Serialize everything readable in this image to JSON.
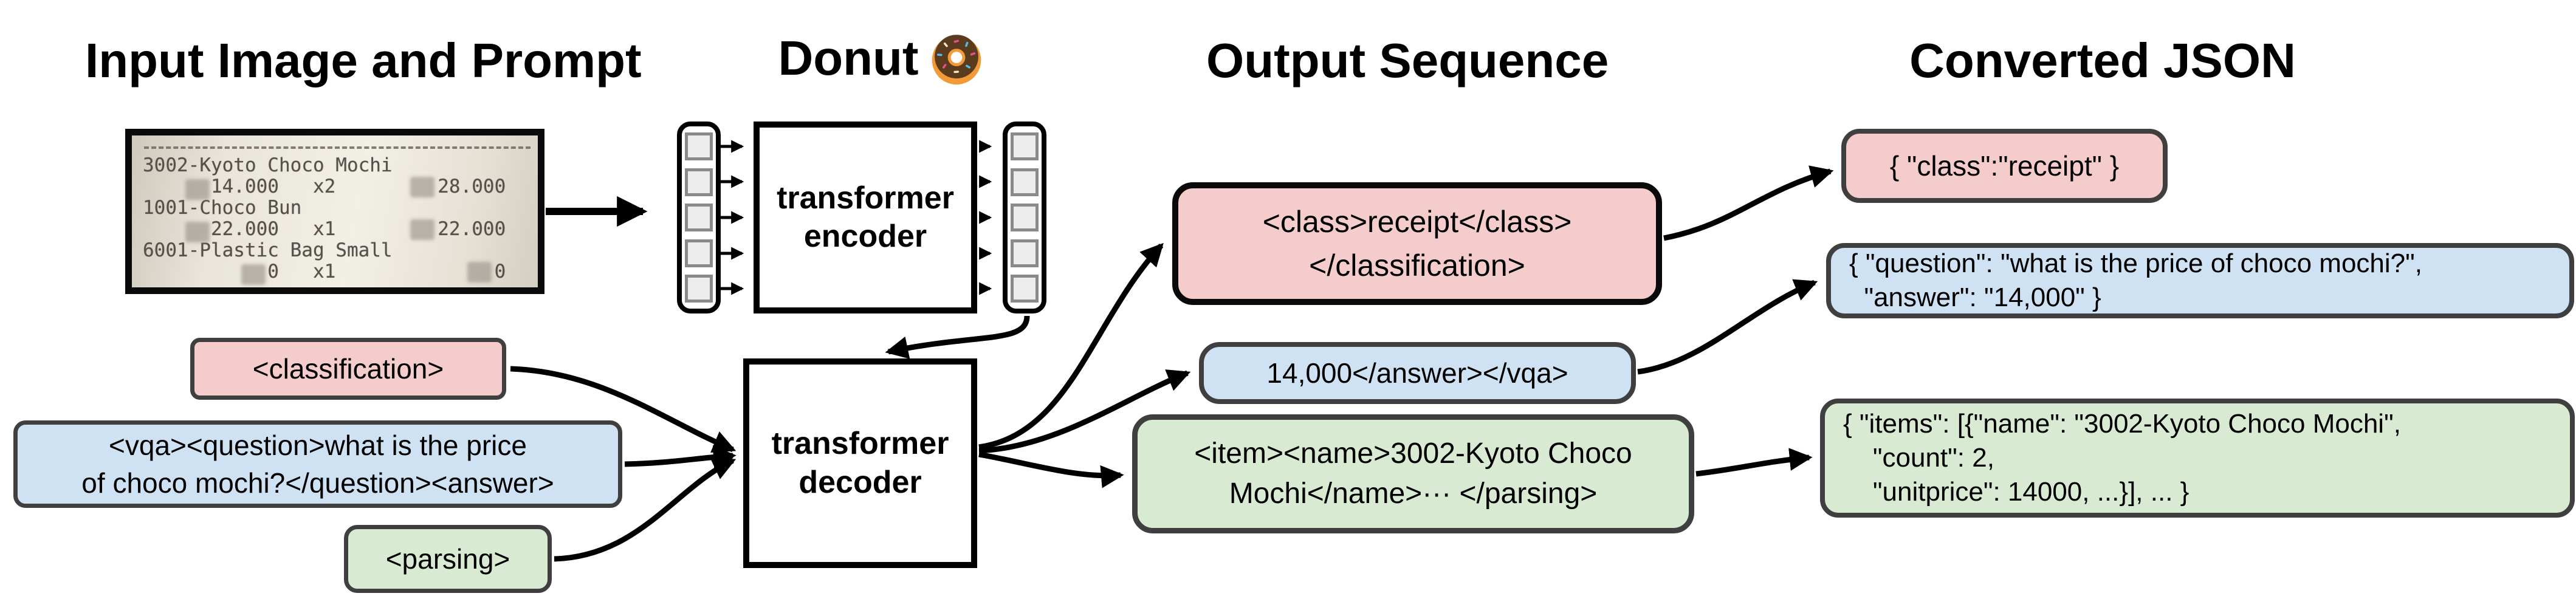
{
  "headers": {
    "input": "Input Image and Prompt",
    "model": "Donut",
    "output": "Output Sequence",
    "json": "Converted JSON"
  },
  "icons": {
    "donut": "donut-icon"
  },
  "colors": {
    "classification_fill": "#f4cccc",
    "vqa_fill": "#cfe2f3",
    "parsing_fill": "#d9ead3",
    "box_border": "#3f3f3f",
    "arrow": "#000000"
  },
  "receipt": {
    "lines": [
      "3002-Kyoto Choco Mochi",
      "      14.000   x2         28.000",
      "1001-Choco Bun",
      "      22.000   x1         22.000",
      "6001-Plastic Bag Small",
      "           0   x1              0"
    ]
  },
  "model": {
    "encoder_label": "transformer encoder",
    "decoder_label": "transformer decoder"
  },
  "prompts": {
    "classification": {
      "text": "<classification>"
    },
    "vqa": {
      "lines": [
        "<vqa><question>what is the price",
        "of choco mochi?</question><answer>"
      ]
    },
    "parsing": {
      "text": "<parsing>"
    }
  },
  "outputs": {
    "classification": {
      "lines": [
        "<class>receipt</class>",
        "</classification>"
      ]
    },
    "vqa": {
      "text": "14,000</answer></vqa>"
    },
    "parsing": {
      "lines": [
        "<item><name>3002-Kyoto Choco",
        "Mochi</name>··· </parsing>"
      ]
    }
  },
  "converted_json": {
    "classification": {
      "text": "{ \"class\":\"receipt\" }"
    },
    "vqa": {
      "lines": [
        "{ \"question\": \"what is the price of choco mochi?\",",
        "  \"answer\": \"14,000\" }"
      ]
    },
    "parsing": {
      "lines": [
        "{ \"items\": [{\"name\": \"3002-Kyoto Choco Mochi\",",
        "    \"count\": 2,",
        "    \"unitprice\": 14000, ...}], ... }"
      ]
    }
  }
}
